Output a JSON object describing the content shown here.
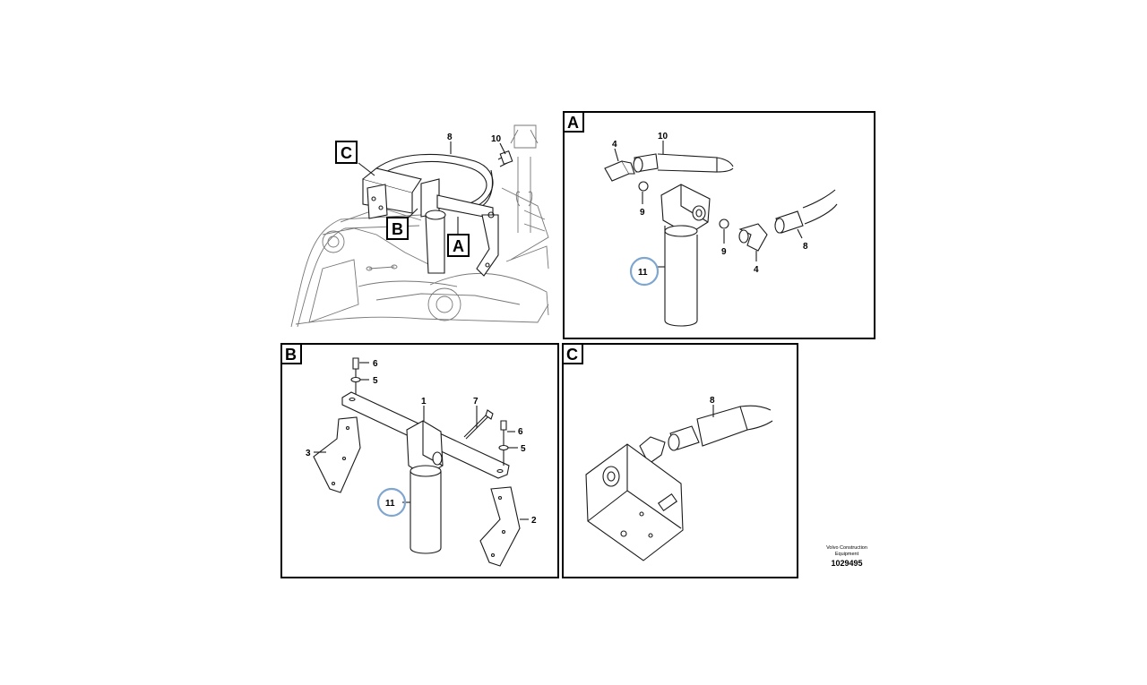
{
  "overview": {
    "callouts": {
      "c8": "8",
      "c10": "10"
    },
    "tags": {
      "A": "A",
      "B": "B",
      "C": "C"
    }
  },
  "panel_a": {
    "tag": "A",
    "callouts": {
      "c4a": "4",
      "c10": "10",
      "c9a": "9",
      "c9b": "9",
      "c8": "8",
      "c4b": "4",
      "c11": "11"
    }
  },
  "panel_b": {
    "tag": "B",
    "callouts": {
      "c6a": "6",
      "c5a": "5",
      "c1": "1",
      "c7": "7",
      "c6b": "6",
      "c5b": "5",
      "c3": "3",
      "c11": "11",
      "c2": "2"
    }
  },
  "panel_c": {
    "tag": "C",
    "callouts": {
      "c8": "8"
    }
  },
  "footer": {
    "company_line1": "Volvo Construction",
    "company_line2": "Equipment",
    "drawing_number": "1029495"
  },
  "colors": {
    "highlight_ring": "#7ea6cf",
    "line": "#1a1a1a",
    "frame": "#000000"
  }
}
